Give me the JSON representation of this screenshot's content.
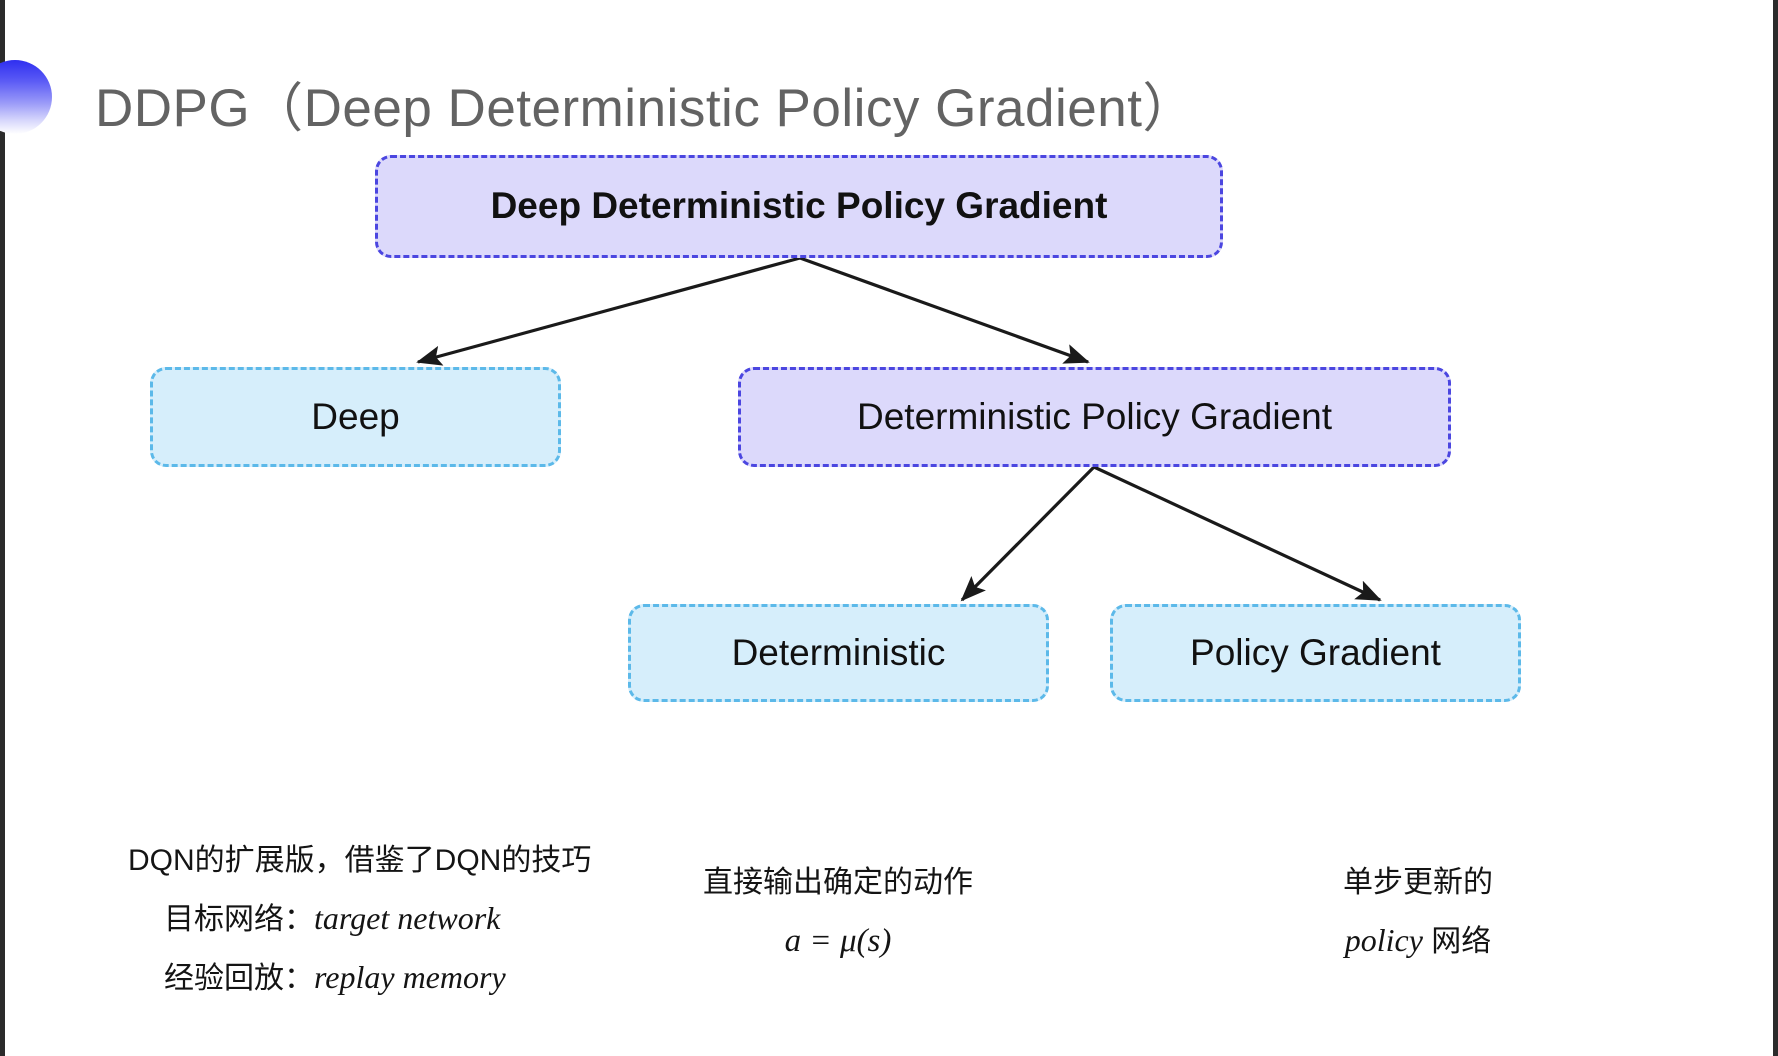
{
  "slide": {
    "title": "DDPG（Deep Deterministic Policy Gradient）",
    "background_color": "#ffffff",
    "title_color": "#636363",
    "bullet_icon": "gradient-circle-icon",
    "bullet_gradient_from": "#2f2ff0",
    "bullet_gradient_to": "#ffffff"
  },
  "diagram": {
    "type": "tree",
    "colors": {
      "purple_fill": "#dcd9fb",
      "purple_border": "#4b46e0",
      "cyan_fill": "#d6eefb",
      "cyan_border": "#5cb9e9",
      "arrow": "#1a1a1a"
    },
    "nodes": [
      {
        "id": "root",
        "label": "Deep Deterministic Policy Gradient",
        "style": "purple",
        "level": 0
      },
      {
        "id": "deep",
        "label": "Deep",
        "style": "cyan",
        "level": 1
      },
      {
        "id": "dpg",
        "label": "Deterministic Policy Gradient",
        "style": "purple",
        "level": 1
      },
      {
        "id": "deterministic",
        "label": "Deterministic",
        "style": "cyan",
        "level": 2
      },
      {
        "id": "policy-gradient",
        "label": "Policy Gradient",
        "style": "cyan",
        "level": 2
      }
    ],
    "edges": [
      {
        "from": "root",
        "to": "deep"
      },
      {
        "from": "root",
        "to": "dpg"
      },
      {
        "from": "dpg",
        "to": "deterministic"
      },
      {
        "from": "dpg",
        "to": "policy-gradient"
      }
    ]
  },
  "annotations": {
    "deep": {
      "line1": "DQN的扩展版，借鉴了DQN的技巧",
      "line2_label": "目标网络：",
      "line2_term": "target network",
      "line3_label": "经验回放：",
      "line3_term": "replay memory"
    },
    "deterministic": {
      "line1": "直接输出确定的动作",
      "formula": "a = μ(s)"
    },
    "policy_gradient": {
      "line1": "单步更新的",
      "line2_term": "policy",
      "line2_suffix": " 网络"
    }
  }
}
